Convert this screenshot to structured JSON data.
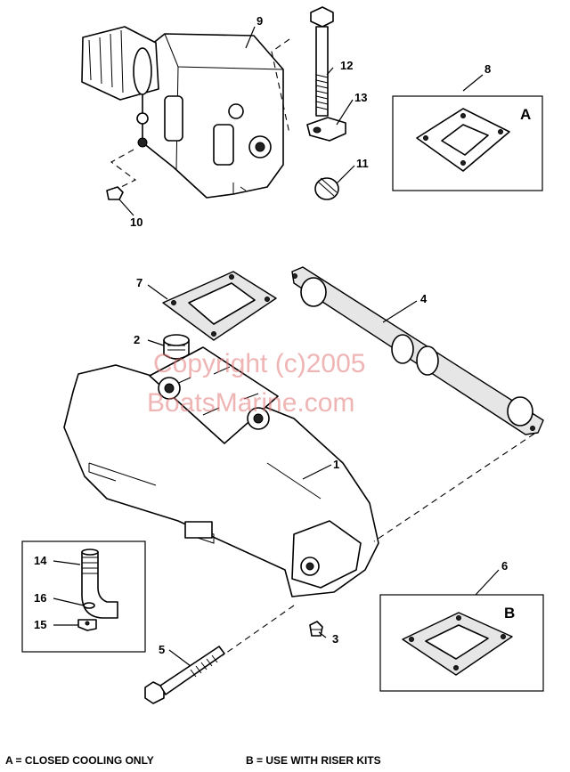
{
  "callouts": [
    "1",
    "2",
    "3",
    "4",
    "5",
    "6",
    "7",
    "8",
    "9",
    "10",
    "11",
    "12",
    "13",
    "14",
    "15",
    "16"
  ],
  "inset_a_letter": "A",
  "inset_b_letter": "B",
  "watermark": {
    "line1": "Copyright (c)2005",
    "line2": "BoatsMarine.com"
  },
  "legend": {
    "a": "A = CLOSED COOLING ONLY",
    "b": "B = USE WITH RISER KITS"
  }
}
